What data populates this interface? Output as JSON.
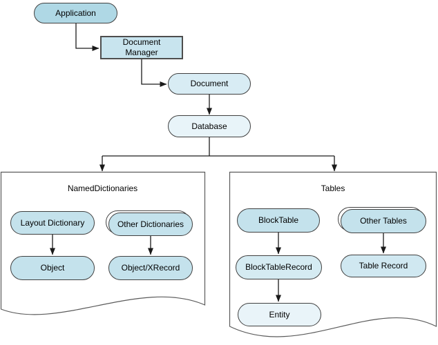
{
  "nodes": {
    "application": {
      "label": "Application"
    },
    "document_manager": {
      "label": "Document Manager"
    },
    "document": {
      "label": "Document"
    },
    "database": {
      "label": "Database"
    },
    "layout_dictionary": {
      "label": "Layout Dictionary"
    },
    "other_dictionaries": {
      "label": "Other Dictionaries"
    },
    "object": {
      "label": "Object"
    },
    "object_xrecord": {
      "label": "Object/XRecord"
    },
    "blocktable": {
      "label": "BlockTable"
    },
    "other_tables": {
      "label": "Other Tables"
    },
    "blocktable_record": {
      "label": "BlockTableRecord"
    },
    "table_record": {
      "label": "Table Record"
    },
    "entity": {
      "label": "Entity"
    }
  },
  "containers": {
    "named_dictionaries": {
      "label": "NamedDictionaries"
    },
    "tables": {
      "label": "Tables"
    }
  },
  "edges": [
    {
      "from": "Application",
      "to": "Document Manager"
    },
    {
      "from": "Document Manager",
      "to": "Document"
    },
    {
      "from": "Document",
      "to": "Database"
    },
    {
      "from": "Database",
      "to": "NamedDictionaries"
    },
    {
      "from": "Database",
      "to": "Tables"
    },
    {
      "from": "Layout Dictionary",
      "to": "Object"
    },
    {
      "from": "Other Dictionaries",
      "to": "Object/XRecord"
    },
    {
      "from": "BlockTable",
      "to": "BlockTableRecord"
    },
    {
      "from": "BlockTableRecord",
      "to": "Entity"
    },
    {
      "from": "Other Tables",
      "to": "Table Record"
    }
  ],
  "colors": {
    "application_fill": "#afd8e5",
    "document_manager_fill": "#c8e4ee",
    "document_fill": "#d8ecf4",
    "database_fill": "#e8f4f9",
    "dictionary_item_fill": "#c4e2ec",
    "record_fill": "#d5ebf2",
    "table_record_fill": "#d0e8f1",
    "entity_fill": "#e9f4f9",
    "node_border": "#3f3f3f",
    "line_color": "#1a1a1a",
    "container_border": "#5a5a5a",
    "background": "#ffffff"
  }
}
